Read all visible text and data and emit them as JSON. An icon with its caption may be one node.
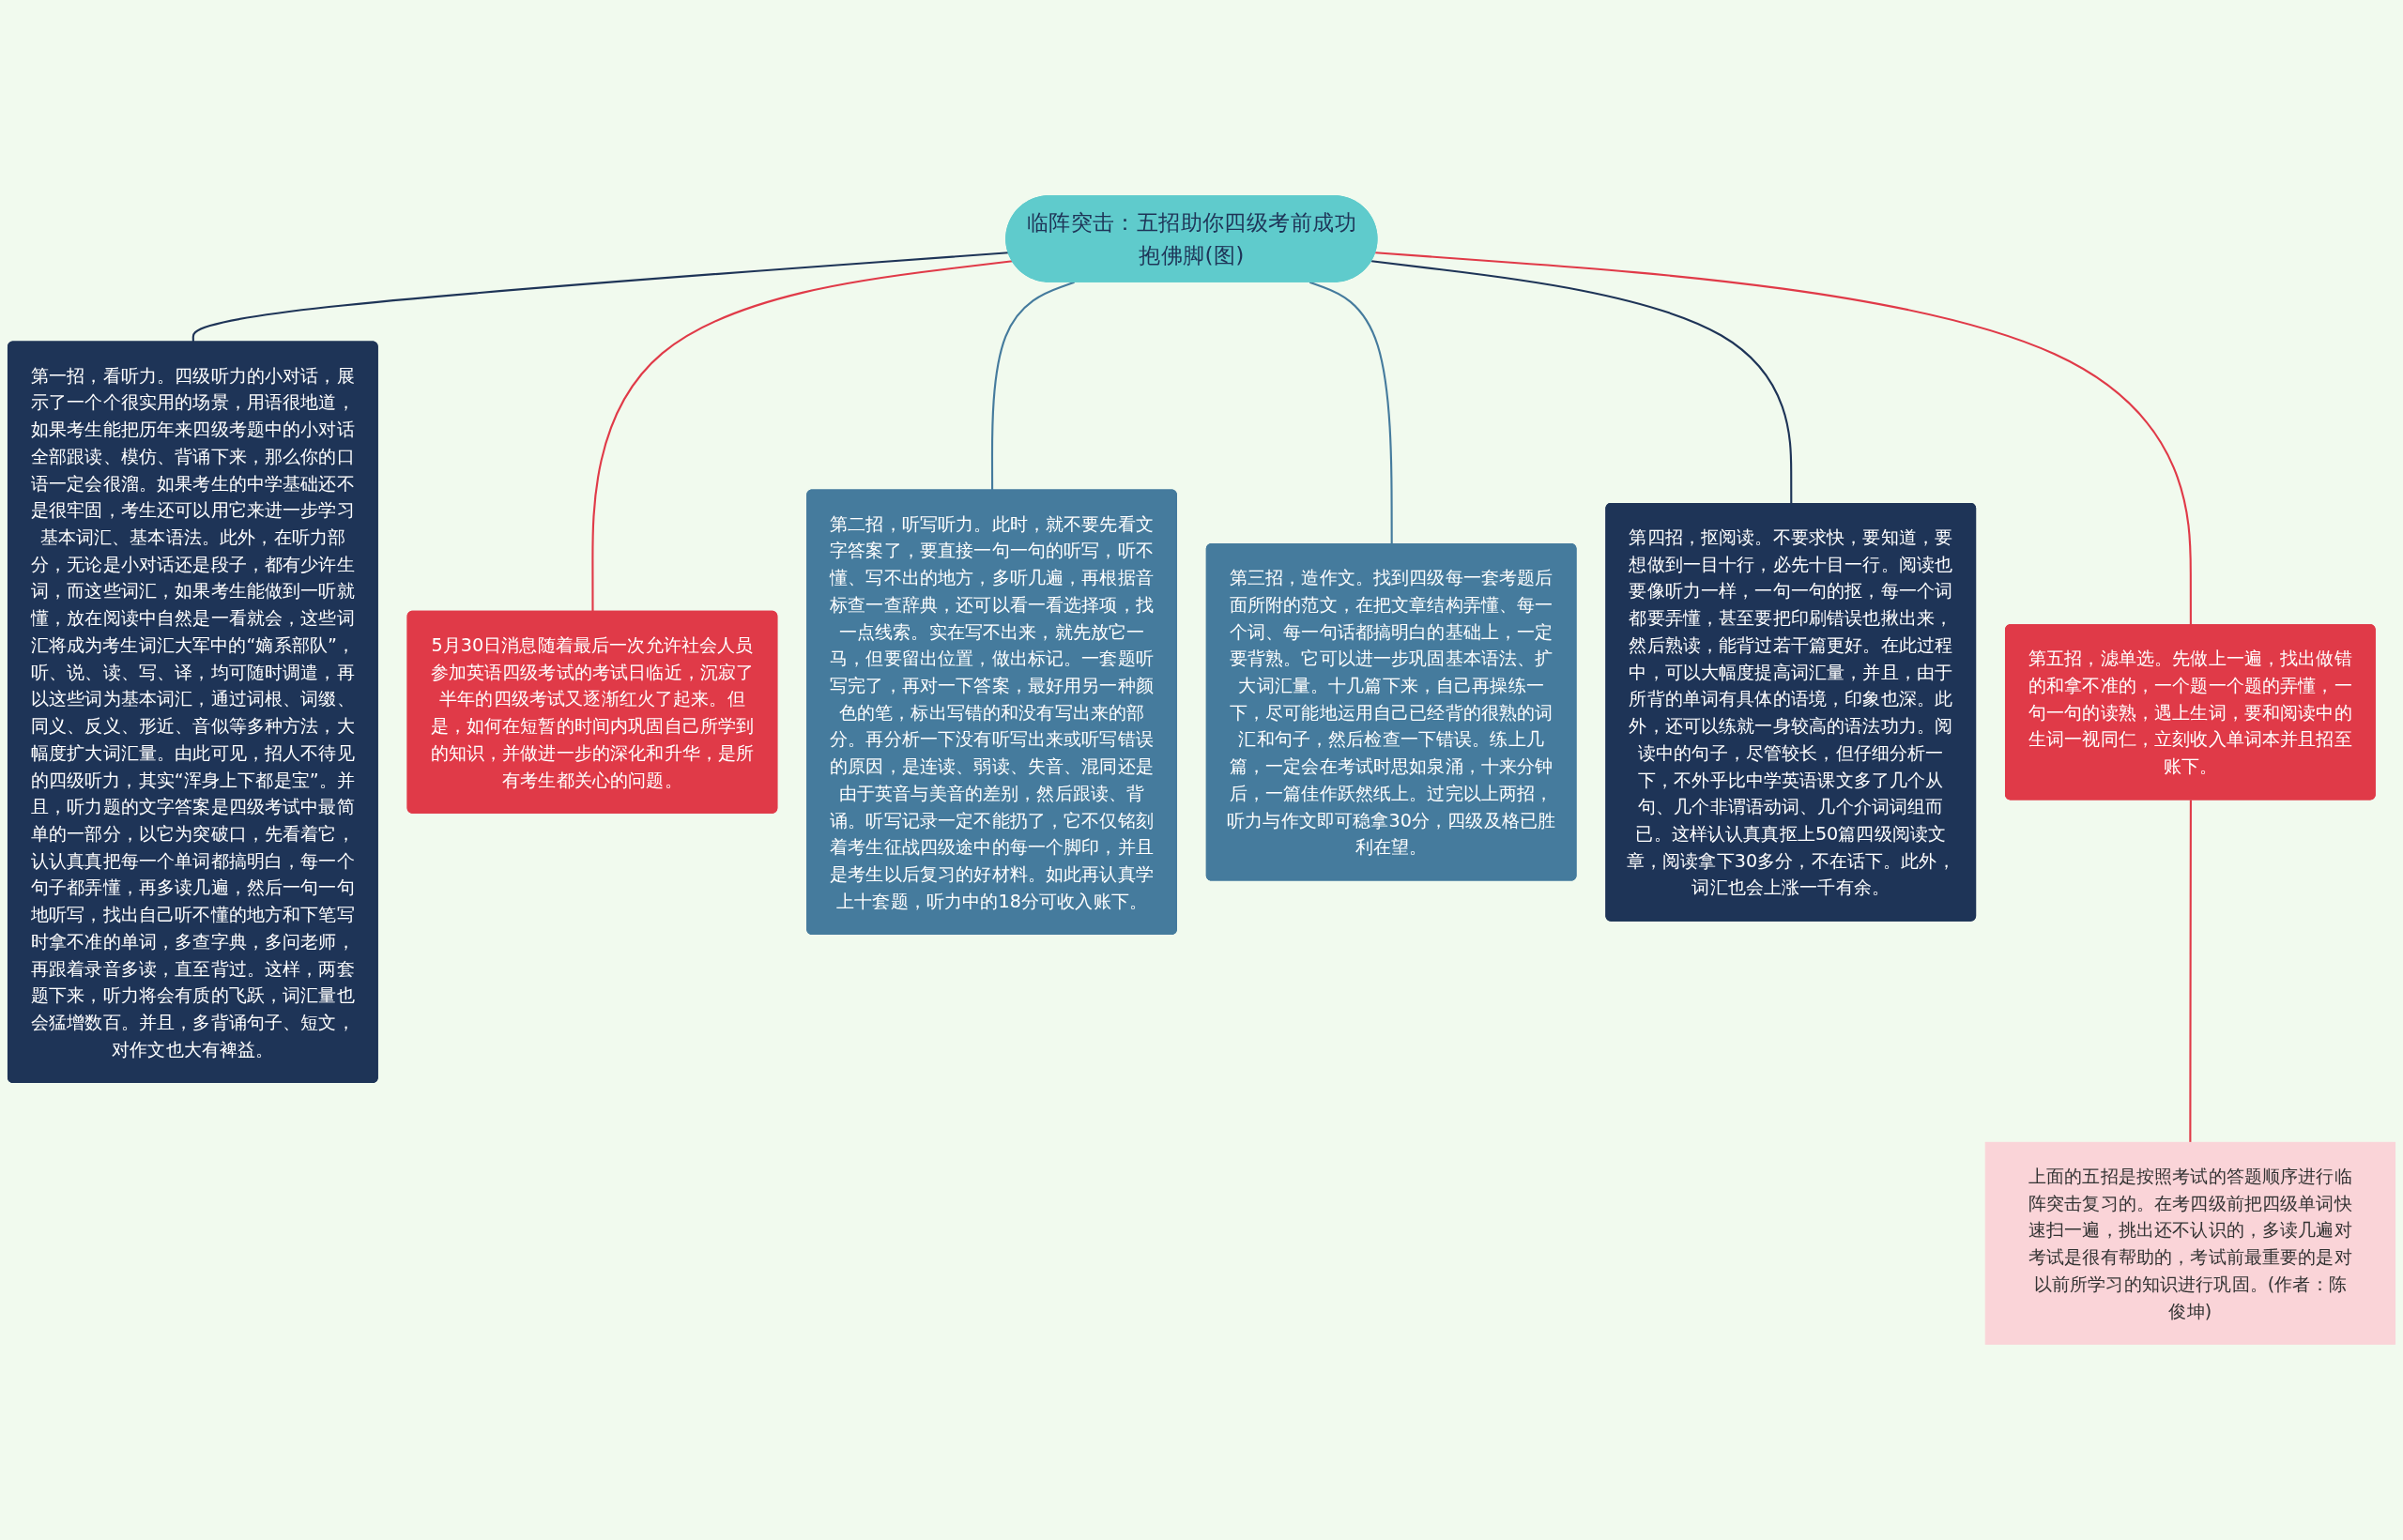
{
  "diagram": {
    "nodes": [
      {
        "text": [
          "临阵突击：五招助你四级考前成功抱佛脚(图)"
        ]
      },
      {
        "text": [
          "第一招，看听力。四级听力的小对话，展示了一个个很实用的场景，用语很地道，如果考生能把历年来四级考题中的小对话全部跟读、模仿、背诵下来，那么你的口语一定会很溜。如果考生的中学基础还不是很牢固，考生还可以用它来进一步学习基本词汇、基本语法。此外，在听力部分，无论是小对话还是段子，都有少许生词，而这些词汇，如果考生能做到一听就懂，放在阅读中自然是一看就会，这些词汇将成为考生词汇大军中的“嫡系部队”，听、说、读、写、译，均可随时调遣，再以这些词为基本词汇，通过词根、词缀、同义、反义、形近、音似等多种方法，大幅度扩大词汇量。由此可见，招人不待见的四级听力，其实“浑身上下都是宝”。并且，听力题的文字答案是四级考试中最简单的一部分，以它为突破口，先看着它，认认真真把每一个单词都搞明白，每一个句子都弄懂，再多读几遍，然后一句一句地听写，找出自己听不懂的地方和下笔写时拿不准的单词，多查字典，多问老师，再跟着录音多读，直至背过。这样，两套题下来，听力将会有质的飞跃，词汇量也会猛增数百。并且，多背诵句子、短文，对作文也大有裨益。"
        ]
      },
      {
        "text": [
          "5月30日消息随着最后一次允许社会人员参加英语四级考试的考试日临近，沉寂了半年的四级考试又逐渐红火了起来。但是，如何在短暂的时间内巩固自己所学到的知识，并做进一步的深化和升华，是所有考生都关心的问题。"
        ]
      },
      {
        "text": [
          "第二招，听写听力。此时，就不要先看文字答案了，要直接一句一句的听写，听不懂、写不出的地方，多听几遍，再根据音标查一查辞典，还可以看一看选择项，找一点线索。实在写不出来，就先放它一马，但要留出位置，做出标记。一套题听写完了，再对一下答案，最好用另一种颜色的笔，标出写错的和没有写出来的部分。再分析一下没有听写出来或听写错误的原因，是连读、弱读、失音、混同还是由于英音与美音的差别，然后跟读、背诵。听写记录一定不能扔了，它不仅铭刻着考生征战四级途中的每一个脚印，并且是考生以后复习的好材料。如此再认真学上十套题，听力中的18分可收入账下。"
        ]
      },
      {
        "text": [
          "第三招，造作文。找到四级每一套考题后面所附的范文，在把文章结构弄懂、每一个词、每一句话都搞明白的基础上，一定要背熟。它可以进一步巩固基本语法、扩大词汇量。十几篇下来，自己再操练一下，尽可能地运用自己已经背的很熟的词汇和句子，然后检查一下错误。练上几篇，一定会在考试时思如泉涌，十来分钟后，一篇佳作跃然纸上。过完以上两招，听力与作文即可稳拿30分，四级及格已胜利在望。"
        ]
      },
      {
        "text": [
          "第四招，抠阅读。不要求快，要知道，要想做到一目十行，必先十目一行。阅读也要像听力一样，一句一句的抠，每一个词都要弄懂，甚至要把印刷错误也揪出来，然后熟读，能背过若干篇更好。在此过程中，可以大幅度提高词汇量，并且，由于所背的单词有具体的语境，印象也深。此外，还可以练就一身较高的语法功力。阅读中的句子，尽管较长，但仔细分析一下，不外乎比中学英语课文多了几个从句、几个非谓语动词、几个介词词组而已。这样认认真真抠上50篇四级阅读文章，阅读拿下30多分，不在话下。此外，词汇也会上涨一千有余。"
        ]
      },
      {
        "text": [
          "第五招，滤单选。先做上一遍，找出做错的和拿不准的，一个题一个题的弄懂，一句一句的读熟，遇上生词，要和阅读中的生词一视同仁，立刻收入单词本并且招至账下。"
        ]
      },
      {
        "text": [
          "上面的五招是按照考试的答题顺序进行临阵突击复习的。在考四级前把四级单词快速扫一遍，挑出还不认识的，多读几遍对考试是很有帮助的，考试前最重要的是对以前所学习的知识进行巩固。(作者：陈俊坤)"
        ]
      }
    ],
    "edges": [
      {
        "from": 0,
        "to": 1,
        "arrow": "none",
        "color": "#1e3457"
      },
      {
        "from": 0,
        "to": 2,
        "arrow": "none",
        "color": "#e03a48"
      },
      {
        "from": 0,
        "to": 3,
        "arrow": "none",
        "color": "#457b9d"
      },
      {
        "from": 0,
        "to": 4,
        "arrow": "none",
        "color": "#457b9d"
      },
      {
        "from": 0,
        "to": 5,
        "arrow": "none",
        "color": "#1e3457"
      },
      {
        "from": 0,
        "to": 6,
        "arrow": "none",
        "color": "#e03a48"
      },
      {
        "from": 6,
        "to": 7,
        "arrow": "none",
        "color": "#e03a48"
      }
    ]
  }
}
